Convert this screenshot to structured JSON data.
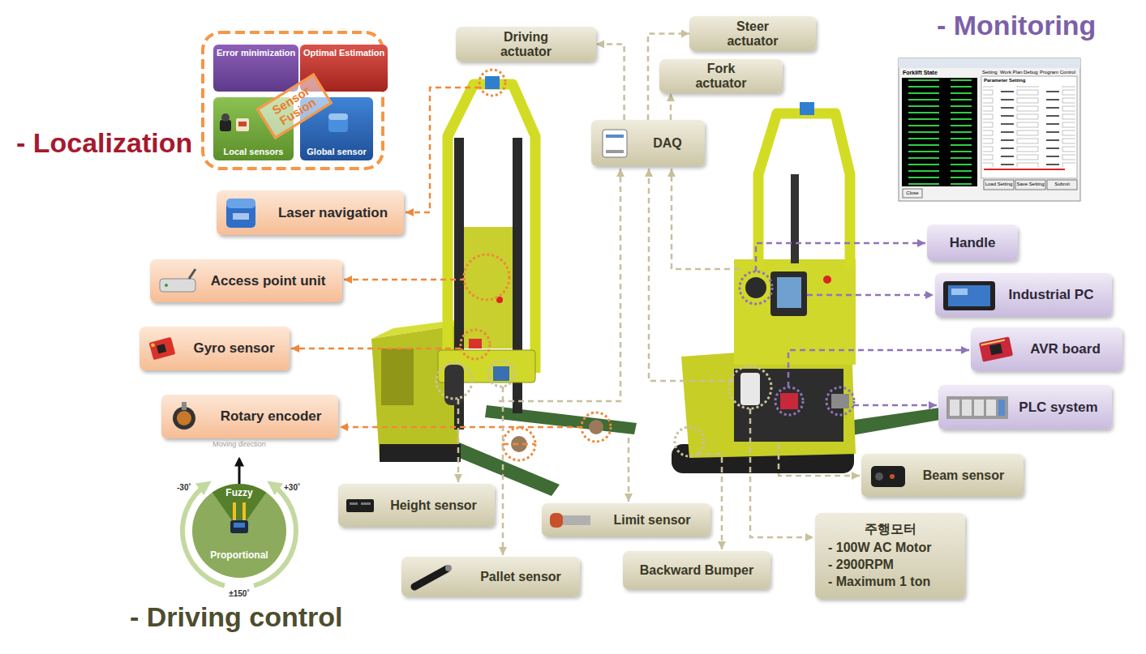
{
  "diagram": {
    "nodes": [
      {
        "text": [
          "Error minimization"
        ]
      },
      {
        "text": [
          "Optimal Estimation"
        ]
      },
      {
        "text": [
          "Local sensors"
        ]
      },
      {
        "text": [
          "Global sensor"
        ]
      },
      {
        "text": [
          "Sensor Fusion"
        ]
      },
      {
        "text": [
          "Laser navigation"
        ]
      },
      {
        "text": [
          "Access point unit"
        ]
      },
      {
        "text": [
          "Gyro sensor"
        ]
      },
      {
        "text": [
          "Rotary encoder"
        ]
      },
      {
        "text": [
          "Height sensor"
        ]
      },
      {
        "text": [
          "Pallet sensor"
        ]
      },
      {
        "text": [
          "Limit sensor"
        ]
      },
      {
        "text": [
          "Backward Bumper"
        ]
      },
      {
        "text": [
          "Driving actuator"
        ]
      },
      {
        "text": [
          "Steer actuator"
        ]
      },
      {
        "text": [
          "Fork actuator"
        ]
      },
      {
        "text": [
          "DAQ"
        ]
      },
      {
        "text": [
          "Handle"
        ]
      },
      {
        "text": [
          "Industrial PC"
        ]
      },
      {
        "text": [
          "AVR board"
        ]
      },
      {
        "text": [
          "PLC system"
        ]
      },
      {
        "text": [
          "Beam sensor"
        ]
      },
      {
        "text": [
          "주행모터",
          "- 100W AC Motor",
          "- 2900RPM",
          "- Maximum 1 ton"
        ]
      }
    ],
    "edges": [
      {
        "from": 16,
        "to": 13,
        "arrow": "to"
      },
      {
        "from": 16,
        "to": 14,
        "arrow": "to"
      },
      {
        "from": 16,
        "to": 15,
        "arrow": "to"
      }
    ],
    "labels": [
      "- Localization",
      "- Driving control",
      "- Monitoring",
      "Moving direction",
      "-30˚",
      "+30˚",
      "Fuzzy",
      "Proportional",
      "±150˚",
      "Forklift State",
      "Setting",
      "Work Plan",
      "Debug",
      "Program Control",
      "Parameter Setting",
      "Load Setting",
      "Save Setting",
      "Submit",
      "Close"
    ]
  }
}
